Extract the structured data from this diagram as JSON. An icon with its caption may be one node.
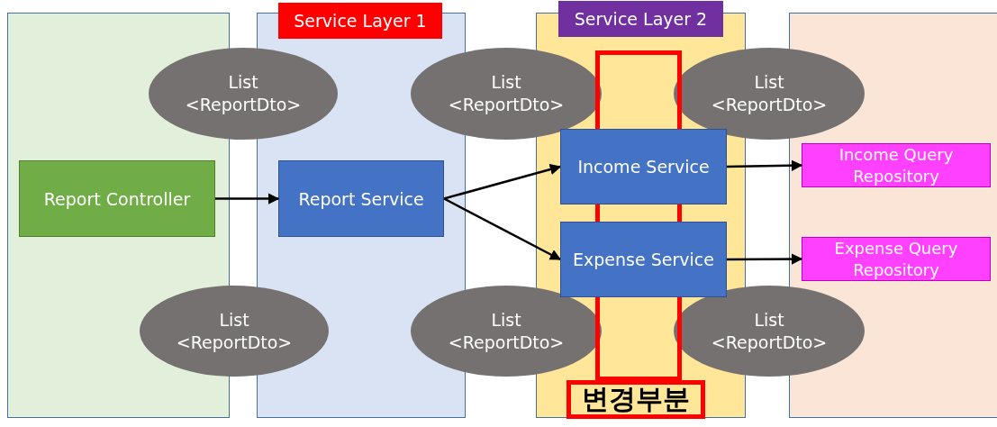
{
  "diagram": {
    "nodes": [
      {
        "text": [],
        "shape": "box"
      },
      {
        "text": [
          "Service Layer 1"
        ]
      },
      {
        "text": [
          "Service Layer 2"
        ]
      },
      {
        "text": [],
        "shape": "box"
      },
      {
        "text": [
          "List <ReportDto>"
        ]
      },
      {
        "text": [
          "List <ReportDto>"
        ]
      },
      {
        "text": [
          "List <ReportDto>"
        ]
      },
      {
        "text": [
          "Report Controller"
        ],
        "in": 0
      },
      {
        "text": [
          "Report Service"
        ],
        "in": 1
      },
      {
        "text": [
          "Income Service"
        ],
        "in": 2
      },
      {
        "text": [
          "Expense Service"
        ],
        "in": 2
      },
      {
        "text": [
          "Income Query Repository"
        ],
        "in": 3
      },
      {
        "text": [
          "Expense Query Repository"
        ],
        "in": 3
      },
      {
        "text": [
          "List <ReportDto>"
        ]
      },
      {
        "text": [
          "List <ReportDto>"
        ]
      },
      {
        "text": [
          "List <ReportDto>"
        ]
      },
      {
        "text": [
          "변경부분"
        ],
        "in": 2
      }
    ],
    "edges": [
      {
        "from": 7,
        "to": 8,
        "arrow": "to"
      },
      {
        "from": 8,
        "to": 9,
        "arrow": "to"
      },
      {
        "from": 8,
        "to": 10,
        "arrow": "to"
      },
      {
        "from": 9,
        "to": 11,
        "arrow": "to"
      },
      {
        "from": 10,
        "to": 12,
        "arrow": "to"
      }
    ]
  }
}
